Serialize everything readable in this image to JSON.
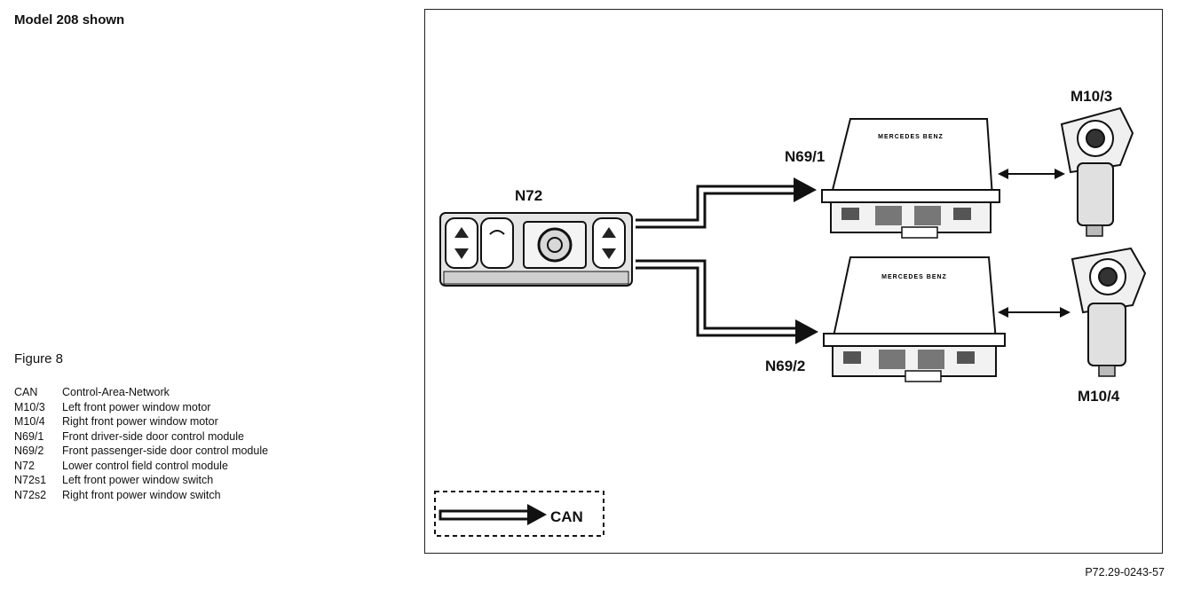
{
  "header": {
    "title": "Model 208 shown"
  },
  "figure": {
    "label": "Figure 8"
  },
  "legend": [
    {
      "code": "CAN",
      "desc": "Control-Area-Network"
    },
    {
      "code": "M10/3",
      "desc": "Left front power window motor"
    },
    {
      "code": "M10/4",
      "desc": "Right front power window motor"
    },
    {
      "code": "N69/1",
      "desc": "Front driver-side door control module"
    },
    {
      "code": "N69/2",
      "desc": "Front passenger-side door control module"
    },
    {
      "code": "N72",
      "desc": "Lower control field control module"
    },
    {
      "code": "N72s1",
      "desc": "Left front power window switch"
    },
    {
      "code": "N72s2",
      "desc": "Right front power window switch"
    }
  ],
  "diagram": {
    "n72": "N72",
    "n69_1": "N69/1",
    "n69_2": "N69/2",
    "m10_3": "M10/3",
    "m10_4": "M10/4",
    "module_brand": "MERCEDES BENZ",
    "can_key": "CAN"
  },
  "footer": {
    "ref": "P72.29-0243-57"
  }
}
